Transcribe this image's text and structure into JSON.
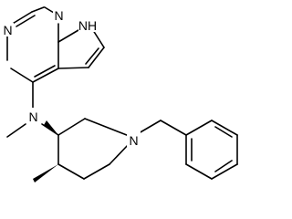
{
  "molecule": {
    "atom_labels": {
      "n_pyrimidine_1": "N",
      "nh_pyrrole": "NH",
      "n_pyrimidine_3": "N",
      "n_amine": "N",
      "n_piperidine": "N"
    },
    "colors": {
      "bond": "#000000",
      "label": "#000000",
      "background": "#ffffff"
    }
  }
}
